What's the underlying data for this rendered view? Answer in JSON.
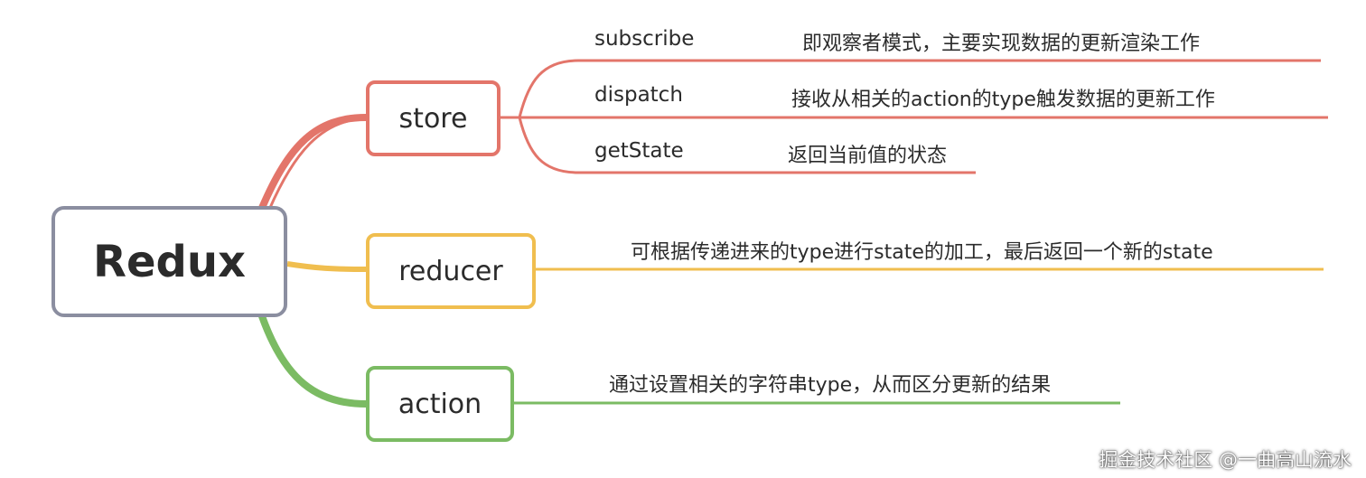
{
  "root": {
    "label": "Redux",
    "color": "#8b8ea0"
  },
  "branches": [
    {
      "label": "store",
      "color": "#e3756a",
      "children": [
        {
          "label": "subscribe",
          "description": "即观察者模式，主要实现数据的更新渲染工作"
        },
        {
          "label": "dispatch",
          "description": "接收从相关的action的type触发数据的更新工作"
        },
        {
          "label": "getState",
          "description": "返回当前值的状态"
        }
      ]
    },
    {
      "label": "reducer",
      "color": "#f0be4f",
      "description": "可根据传递进来的type进行state的加工，最后返回一个新的state"
    },
    {
      "label": "action",
      "color": "#7bbb63",
      "description": "通过设置相关的字符串type，从而区分更新的结果"
    }
  ],
  "watermark": "掘金技术社区 @一曲高山流水"
}
